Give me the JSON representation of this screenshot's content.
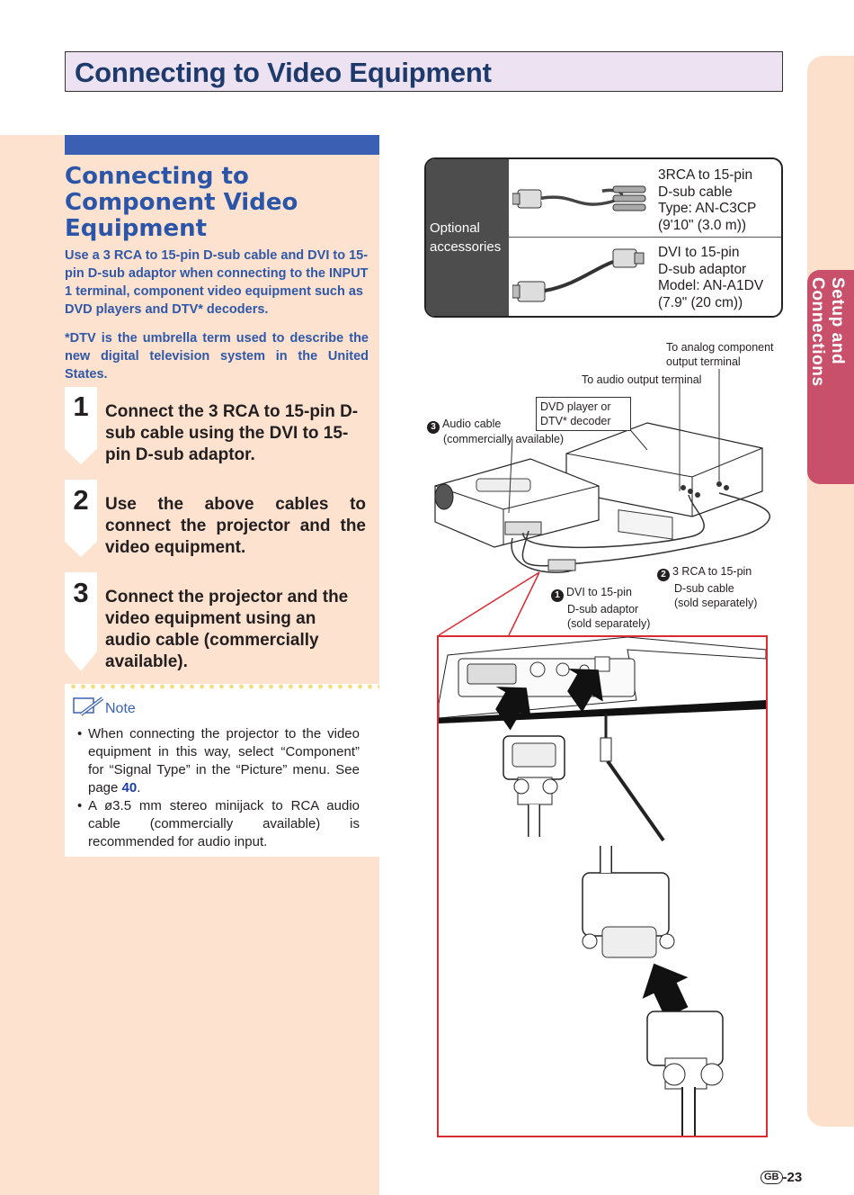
{
  "header": {
    "title": "Connecting to Video Equipment"
  },
  "side_tab": {
    "label": "Setup and Connections"
  },
  "section": {
    "title": "Connecting to Component Video Equipment",
    "intro": "Use a 3 RCA to 15-pin D-sub cable and DVI to 15-pin D-sub adaptor when connecting to the INPUT 1 terminal, component video equipment such as DVD players and DTV* decoders.",
    "dtv_note": "*DTV is the umbrella term used to describe the new digital television system in the United States."
  },
  "steps": [
    {
      "num": "1",
      "text": "Connect the 3 RCA to 15-pin D-sub cable using the DVI to 15-pin D-sub adaptor."
    },
    {
      "num": "2",
      "text": "Use the above cables to connect the projector and the video equipment."
    },
    {
      "num": "3",
      "text": "Connect the projector and the video equipment using an audio cable (commercially available)."
    }
  ],
  "note": {
    "label": "Note",
    "items": [
      {
        "before": "When connecting the projector to the video equipment in this way, select “Component” for “Signal Type” in the “Picture” menu. See page ",
        "link": "40",
        "after": "."
      },
      {
        "text": "A ø3.5 mm stereo minijack to RCA audio cable (commercially available) is recommended for audio input."
      }
    ]
  },
  "accessories": {
    "label": "Optional accessories",
    "items": [
      {
        "name_line1": "3RCA to 15-pin",
        "name_line2": "D-sub cable",
        "model": "Type: AN-C3CP",
        "length": "(9'10\" (3.0 m))"
      },
      {
        "name_line1": "DVI to 15-pin",
        "name_line2": "D-sub adaptor",
        "model": "Model: AN-A1DV",
        "length": "(7.9\" (20 cm))"
      }
    ]
  },
  "diagram": {
    "analog_terminal": "To analog component output terminal",
    "audio_terminal": "To audio output terminal",
    "dvd_box": "DVD player or DTV* decoder",
    "audio_cable_num": "3",
    "audio_cable": "Audio cable",
    "audio_cable_note": "(commercially available)",
    "rca_cable_num": "2",
    "rca_cable_l1": "3 RCA to 15-pin",
    "rca_cable_l2": "D-sub cable",
    "rca_cable_l3": "(sold separately)",
    "dvi_adaptor_num": "1",
    "dvi_adaptor_l1": "DVI to 15-pin",
    "dvi_adaptor_l2": "D-sub adaptor",
    "dvi_adaptor_l3": "(sold separately)"
  },
  "footer": {
    "region": "GB",
    "page": "-23"
  }
}
